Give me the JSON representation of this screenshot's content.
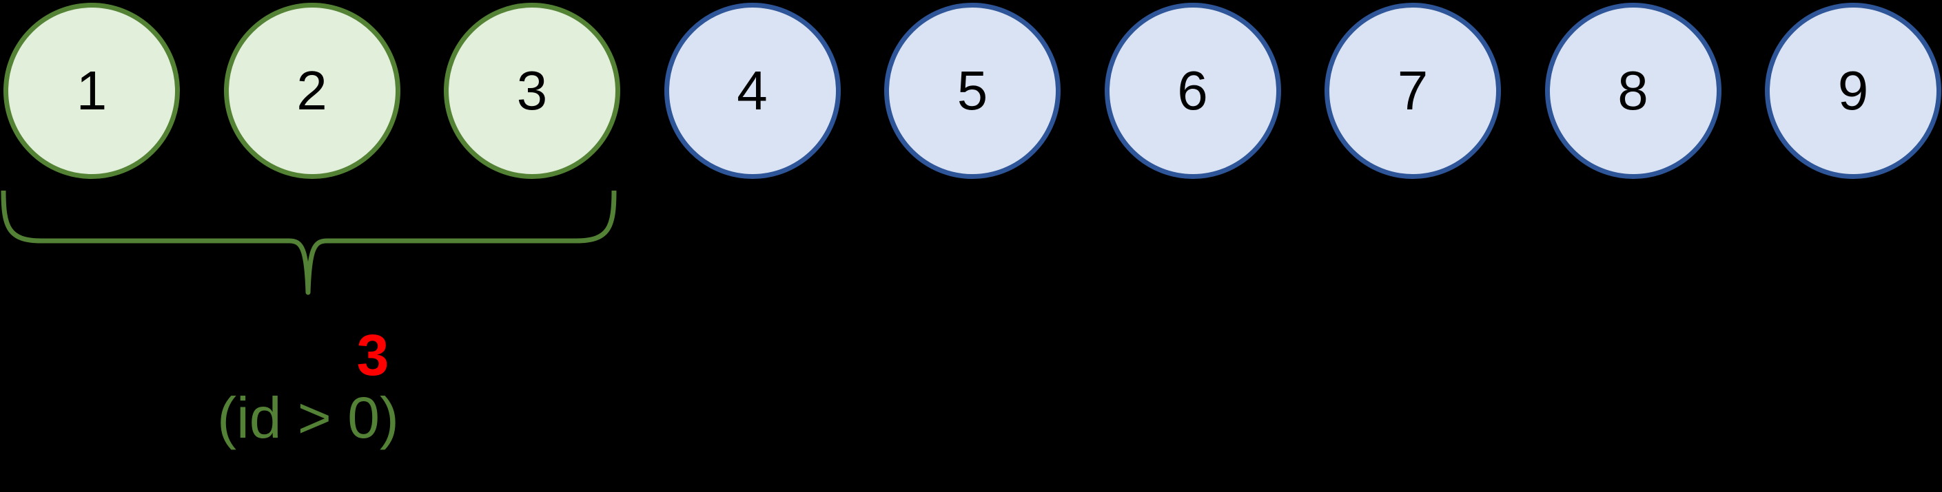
{
  "canvas": {
    "background": "#000000"
  },
  "circles": [
    {
      "label": "1",
      "group": "matched"
    },
    {
      "label": "2",
      "group": "matched"
    },
    {
      "label": "3",
      "group": "matched"
    },
    {
      "label": "4",
      "group": "unmatched"
    },
    {
      "label": "5",
      "group": "unmatched"
    },
    {
      "label": "6",
      "group": "unmatched"
    },
    {
      "label": "7",
      "group": "unmatched"
    },
    {
      "label": "8",
      "group": "unmatched"
    },
    {
      "label": "9",
      "group": "unmatched"
    }
  ],
  "groups": {
    "matched": {
      "fill": "#E2EFDA",
      "stroke": "#548235",
      "number_color": "#000000"
    },
    "unmatched": {
      "fill": "#DAE3F3",
      "stroke": "#2E5597",
      "number_color": "#000000"
    }
  },
  "annotation": {
    "count_label": "3",
    "count_color": "#FF0000",
    "condition_label": "(id > 0)",
    "condition_color": "#538135",
    "brace_color": "#538135"
  }
}
